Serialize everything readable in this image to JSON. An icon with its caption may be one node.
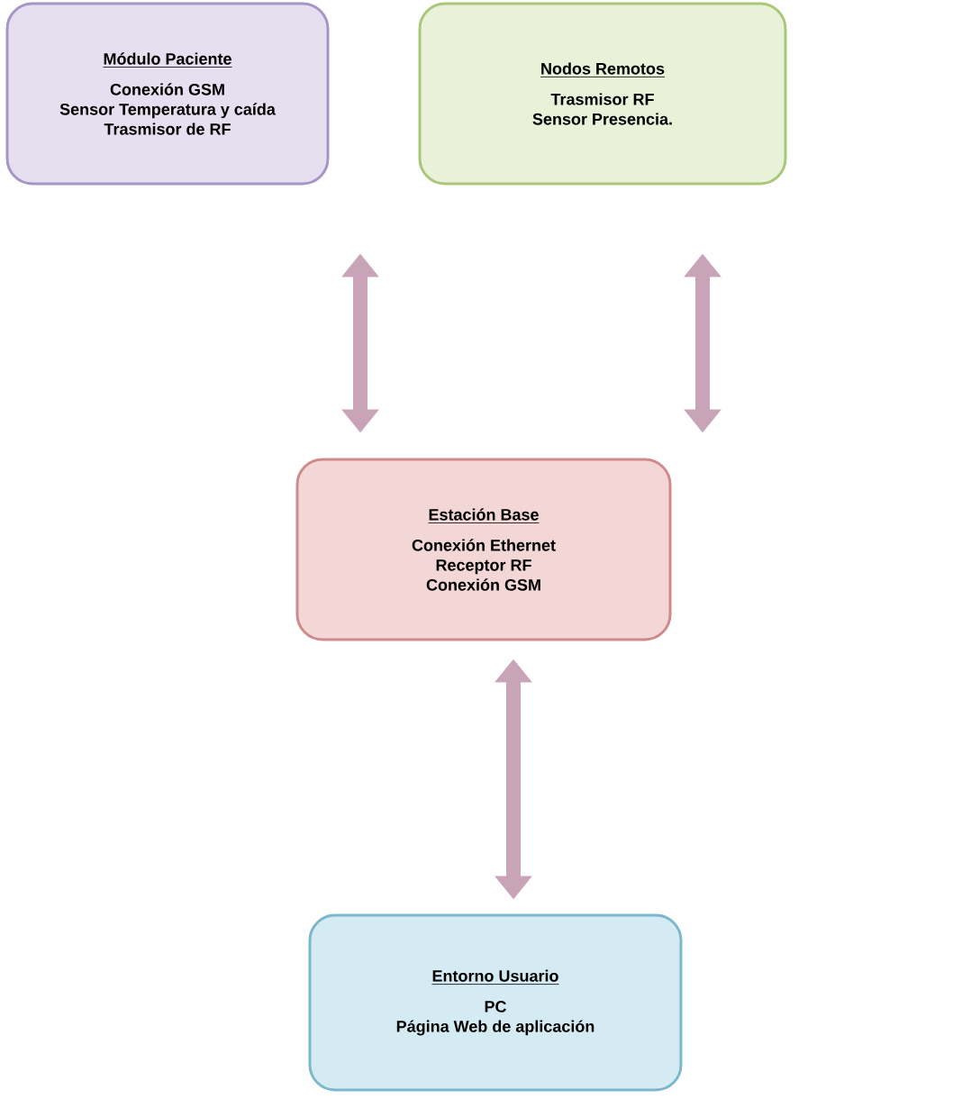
{
  "diagram": {
    "nodes": [
      {
        "text": [
          "Módulo Paciente",
          "Conexión GSM",
          "Sensor Temperatura y caída",
          "Trasmisor de RF"
        ]
      },
      {
        "text": [
          "Nodos Remotos",
          "Trasmisor RF",
          "Sensor Presencia."
        ]
      },
      {
        "text": [
          "Estación Base",
          "Conexión Ethernet",
          "Receptor RF",
          "Conexión GSM"
        ]
      },
      {
        "text": [
          "Entorno Usuario",
          "PC",
          "Página Web de aplicación"
        ]
      }
    ],
    "edges": [
      {
        "from": 0,
        "to": 2,
        "arrow": "both"
      },
      {
        "from": 1,
        "to": 2,
        "arrow": "both"
      },
      {
        "from": 2,
        "to": 3,
        "arrow": "both"
      }
    ]
  }
}
